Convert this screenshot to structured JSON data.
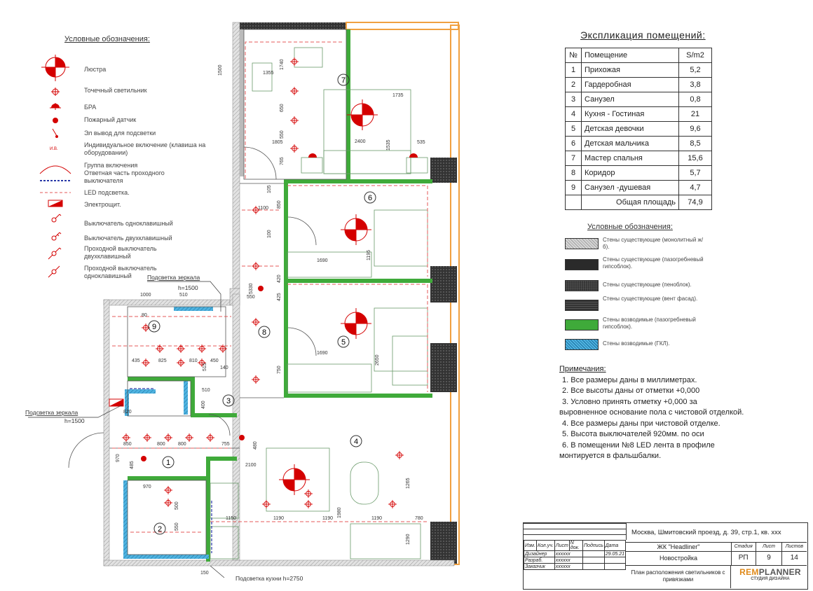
{
  "legend": {
    "title": "Условные обозначения:",
    "items": [
      {
        "icon": "chandelier-icon",
        "label": "Люстра"
      },
      {
        "icon": "spotlight-icon",
        "label": "Точечный светильник"
      },
      {
        "icon": "sconce-icon",
        "label": "БРА"
      },
      {
        "icon": "smoke-detector-icon",
        "label": "Пожарный датчик"
      },
      {
        "icon": "power-outlet-icon",
        "label": "Эл вывод для подсветки"
      },
      {
        "icon": "individual-switch-icon",
        "label": "Индивидуальное включение (клавиша на оборудовании)",
        "abbr": "И.В."
      },
      {
        "icon": "switch-group-icon",
        "label": "Группа включения"
      },
      {
        "icon": "pass-through-icon",
        "label": "Ответная часть проходного выключателя"
      },
      {
        "icon": "led-strip-icon",
        "label": "LED подсветка."
      },
      {
        "icon": "electric-panel-icon",
        "label": "Электрощит."
      },
      {
        "icon": "switch-single-icon",
        "label": "Выключатель одноклавишный"
      },
      {
        "icon": "switch-double-icon",
        "label": "Выключатель двухклавишный"
      },
      {
        "icon": "pass-switch-double-icon",
        "label": "Проходной выключатель двухклавишный"
      },
      {
        "icon": "pass-switch-single-icon",
        "label": "Проходной выключатель одноклавишный"
      }
    ]
  },
  "explication": {
    "title": "Экспликация помещений:",
    "headers": [
      "№",
      "Помещение",
      "S/m2"
    ],
    "rows": [
      [
        "1",
        "Прихожая",
        "5,2"
      ],
      [
        "2",
        "Гардеробная",
        "3,8"
      ],
      [
        "3",
        "Санузел",
        "0,8"
      ],
      [
        "4",
        "Кухня - Гостиная",
        "21"
      ],
      [
        "5",
        "Детская девочки",
        "9,6"
      ],
      [
        "6",
        "Детская мальчика",
        "8,5"
      ],
      [
        "7",
        "Мастер спальня",
        "15,6"
      ],
      [
        "8",
        "Коридор",
        "5,7"
      ],
      [
        "9",
        "Санузел -душевая",
        "4,7"
      ]
    ],
    "total_label": "Общая площадь",
    "total_value": "74,9"
  },
  "walls_legend": {
    "title": "Условные обозначения:",
    "items": [
      {
        "label": "Стены существующие (монолитный ж/б).",
        "color": "#c8c8c8",
        "pattern": "hatch-light"
      },
      {
        "label": "Стены существующие (пазогребневый гипсоблок).",
        "color": "#2a2a2a",
        "pattern": "dark"
      },
      {
        "label": "Стены существующие (пеноблок).",
        "color": "#3a3a3a",
        "pattern": "dark-dots"
      },
      {
        "label": "Стены существующие (вент фасад).",
        "color": "#333333",
        "pattern": "dark-grid"
      },
      {
        "label": "Стены возводимые (пазогребневый гипсоблок).",
        "color": "#3faa3a",
        "pattern": "green"
      },
      {
        "label": "Стены возводимые (ГКЛ).",
        "color": "#4fb3e0",
        "pattern": "blue-hatch"
      }
    ]
  },
  "notes": {
    "title": "Примечания:",
    "items": [
      "1.     Все размеры даны в миллиметрах.",
      "2.     Все высоты даны от отметки +0,000",
      "3.     Условно принять отметку +0,000 за",
      "выровненное основание пола с чистовой отделкой.",
      "4.     Все размеры даны при чистовой отделке.",
      "5.     Высота выключателей 920мм. по оси",
      "6.     В помещении №8 LED лента в профиле",
      "монтируется в фальшбалки."
    ]
  },
  "plan": {
    "rooms": [
      "1",
      "2",
      "3",
      "4",
      "5",
      "6",
      "7",
      "8",
      "9"
    ],
    "callouts": {
      "mirror_top": "Подсветка зеркала",
      "mirror_top_h": "h=1500",
      "mirror_left": "Подсветка зеркала",
      "mirror_left_h": "h=1500",
      "kitchen": "Подсветка кухни h=2750"
    },
    "dims": [
      "1500",
      "1355",
      "1740",
      "1735",
      "650",
      "2400",
      "1535",
      "535",
      "1805",
      "765",
      "550",
      "105",
      "850",
      "1100",
      "1690",
      "1195",
      "5330",
      "100",
      "420",
      "425",
      "550",
      "1690",
      "2650",
      "750",
      "1000",
      "510",
      "80",
      "435",
      "825",
      "810",
      "450",
      "515",
      "140",
      "510",
      "400",
      "820",
      "850",
      "800",
      "800",
      "755",
      "480",
      "2100",
      "970",
      "485",
      "970",
      "500",
      "550",
      "1150",
      "1190",
      "1190",
      "1190",
      "1980",
      "1265",
      "780",
      "1290",
      "150"
    ]
  },
  "title_block": {
    "address": "Москва, Шмитовский проезд, д. 39, стр.1, кв. ххх",
    "project": "ЖК \"Headliner\"",
    "building": "Новостройка",
    "sheet_title": "План расположения светильников с привязками",
    "col_headers": [
      "Изм.",
      "Кол.уч.",
      "Лист",
      "N док.",
      "Подпись",
      "Дата"
    ],
    "roles": [
      {
        "role": "Дизайнер",
        "code": "хххххх",
        "date": "29.05.21"
      },
      {
        "role": "Разраб.",
        "code": "хххххх",
        "date": ""
      },
      {
        "role": "Заказчик",
        "code": "хххххх",
        "date": ""
      }
    ],
    "stage_headers": [
      "Стадия",
      "Лист",
      "Листов"
    ],
    "stage": "РП",
    "sheet": "9",
    "sheets_total": "14",
    "logo_main": "REMPLANNER",
    "logo_sub": "СТУДИЯ ДИЗАЙНА"
  }
}
